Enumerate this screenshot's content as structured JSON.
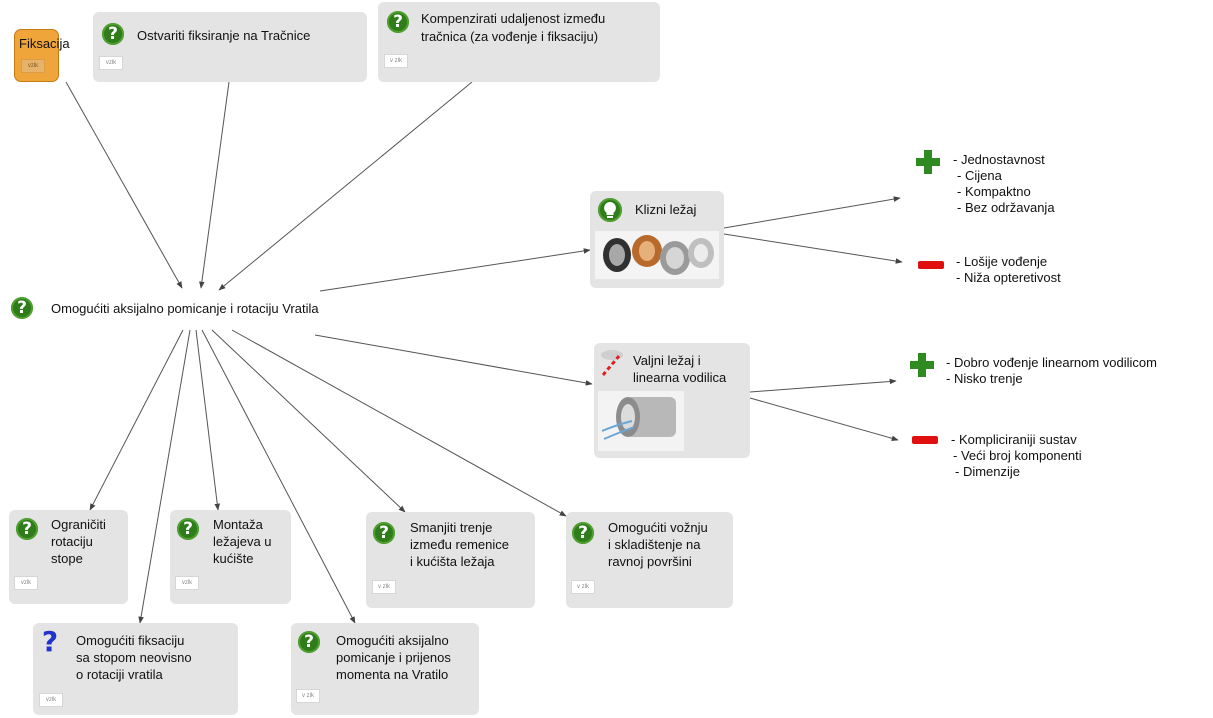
{
  "root": {
    "label": "Omogućiti aksijalno pomicanje i rotaciju Vratila"
  },
  "top_nodes": {
    "fiksacija": {
      "label": "Fiksacija",
      "badge": "vzlk"
    },
    "ostvariti": {
      "label": "Ostvariti fiksiranje na Tračnice",
      "badge": "vzlk"
    },
    "kompenzirati": {
      "label_lines": [
        "Kompenzirati udaljenost između",
        "tračnica (za vođenje i fiksaciju)"
      ],
      "badge": "v zlk"
    }
  },
  "solutions": {
    "klizni": {
      "label": "Klizni ležaj"
    },
    "valjni": {
      "label_lines": [
        "Valjni ležaj i",
        "linearna vodilica"
      ]
    }
  },
  "pros_cons": {
    "klizni_plus": [
      "- Jednostavnost",
      "- Cijena",
      "- Kompaktno",
      "- Bez održavanja"
    ],
    "klizni_minus": [
      "- Lošije vođenje",
      "- Niža opteretivost"
    ],
    "valjni_plus": [
      "- Dobro vođenje linearnom vodilicom",
      "- Nisko trenje"
    ],
    "valjni_minus": [
      "- Kompliciraniji sustav",
      "- Veći broj komponenti",
      "- Dimenzije"
    ]
  },
  "bottom_nodes": {
    "ograniciti": {
      "label_lines": [
        "Ograničiti",
        "rotaciju",
        "stope"
      ],
      "badge": "vzlk"
    },
    "montaza": {
      "label_lines": [
        "Montaža",
        "ležajeva u",
        "kućište"
      ],
      "badge": "vzlk"
    },
    "smanjiti": {
      "label_lines": [
        "Smanjiti trenje",
        "između remenice",
        "i kućišta ležaja"
      ],
      "badge": "v zlk"
    },
    "voznja": {
      "label_lines": [
        "Omogućiti vožnju",
        "i skladištenje na",
        "ravnoj površini"
      ],
      "badge": "v zlk"
    },
    "fiksaciju": {
      "label_lines": [
        "Omogućiti fiksaciju",
        "sa stopom neovisno",
        "o rotaciji vratila"
      ],
      "badge": "vzlk"
    },
    "aksijalno": {
      "label_lines": [
        "Omogućiti aksijalno",
        "pomicanje i prijenos",
        "momenta na Vratilo"
      ],
      "badge": "v zlk"
    }
  },
  "icons": {
    "question_green": "question-icon",
    "question_blue": "question-outline-icon",
    "idea": "lightbulb-icon",
    "plus": "plus-icon",
    "minus": "minus-icon"
  },
  "colors": {
    "node_bg": "#e4e4e4",
    "fiksacija_bg": "#f0a53b",
    "question_green": "#2e7d1a",
    "question_blue": "#2233cc",
    "plus": "#2e8b20",
    "minus": "#e01010",
    "edge": "#444444"
  }
}
